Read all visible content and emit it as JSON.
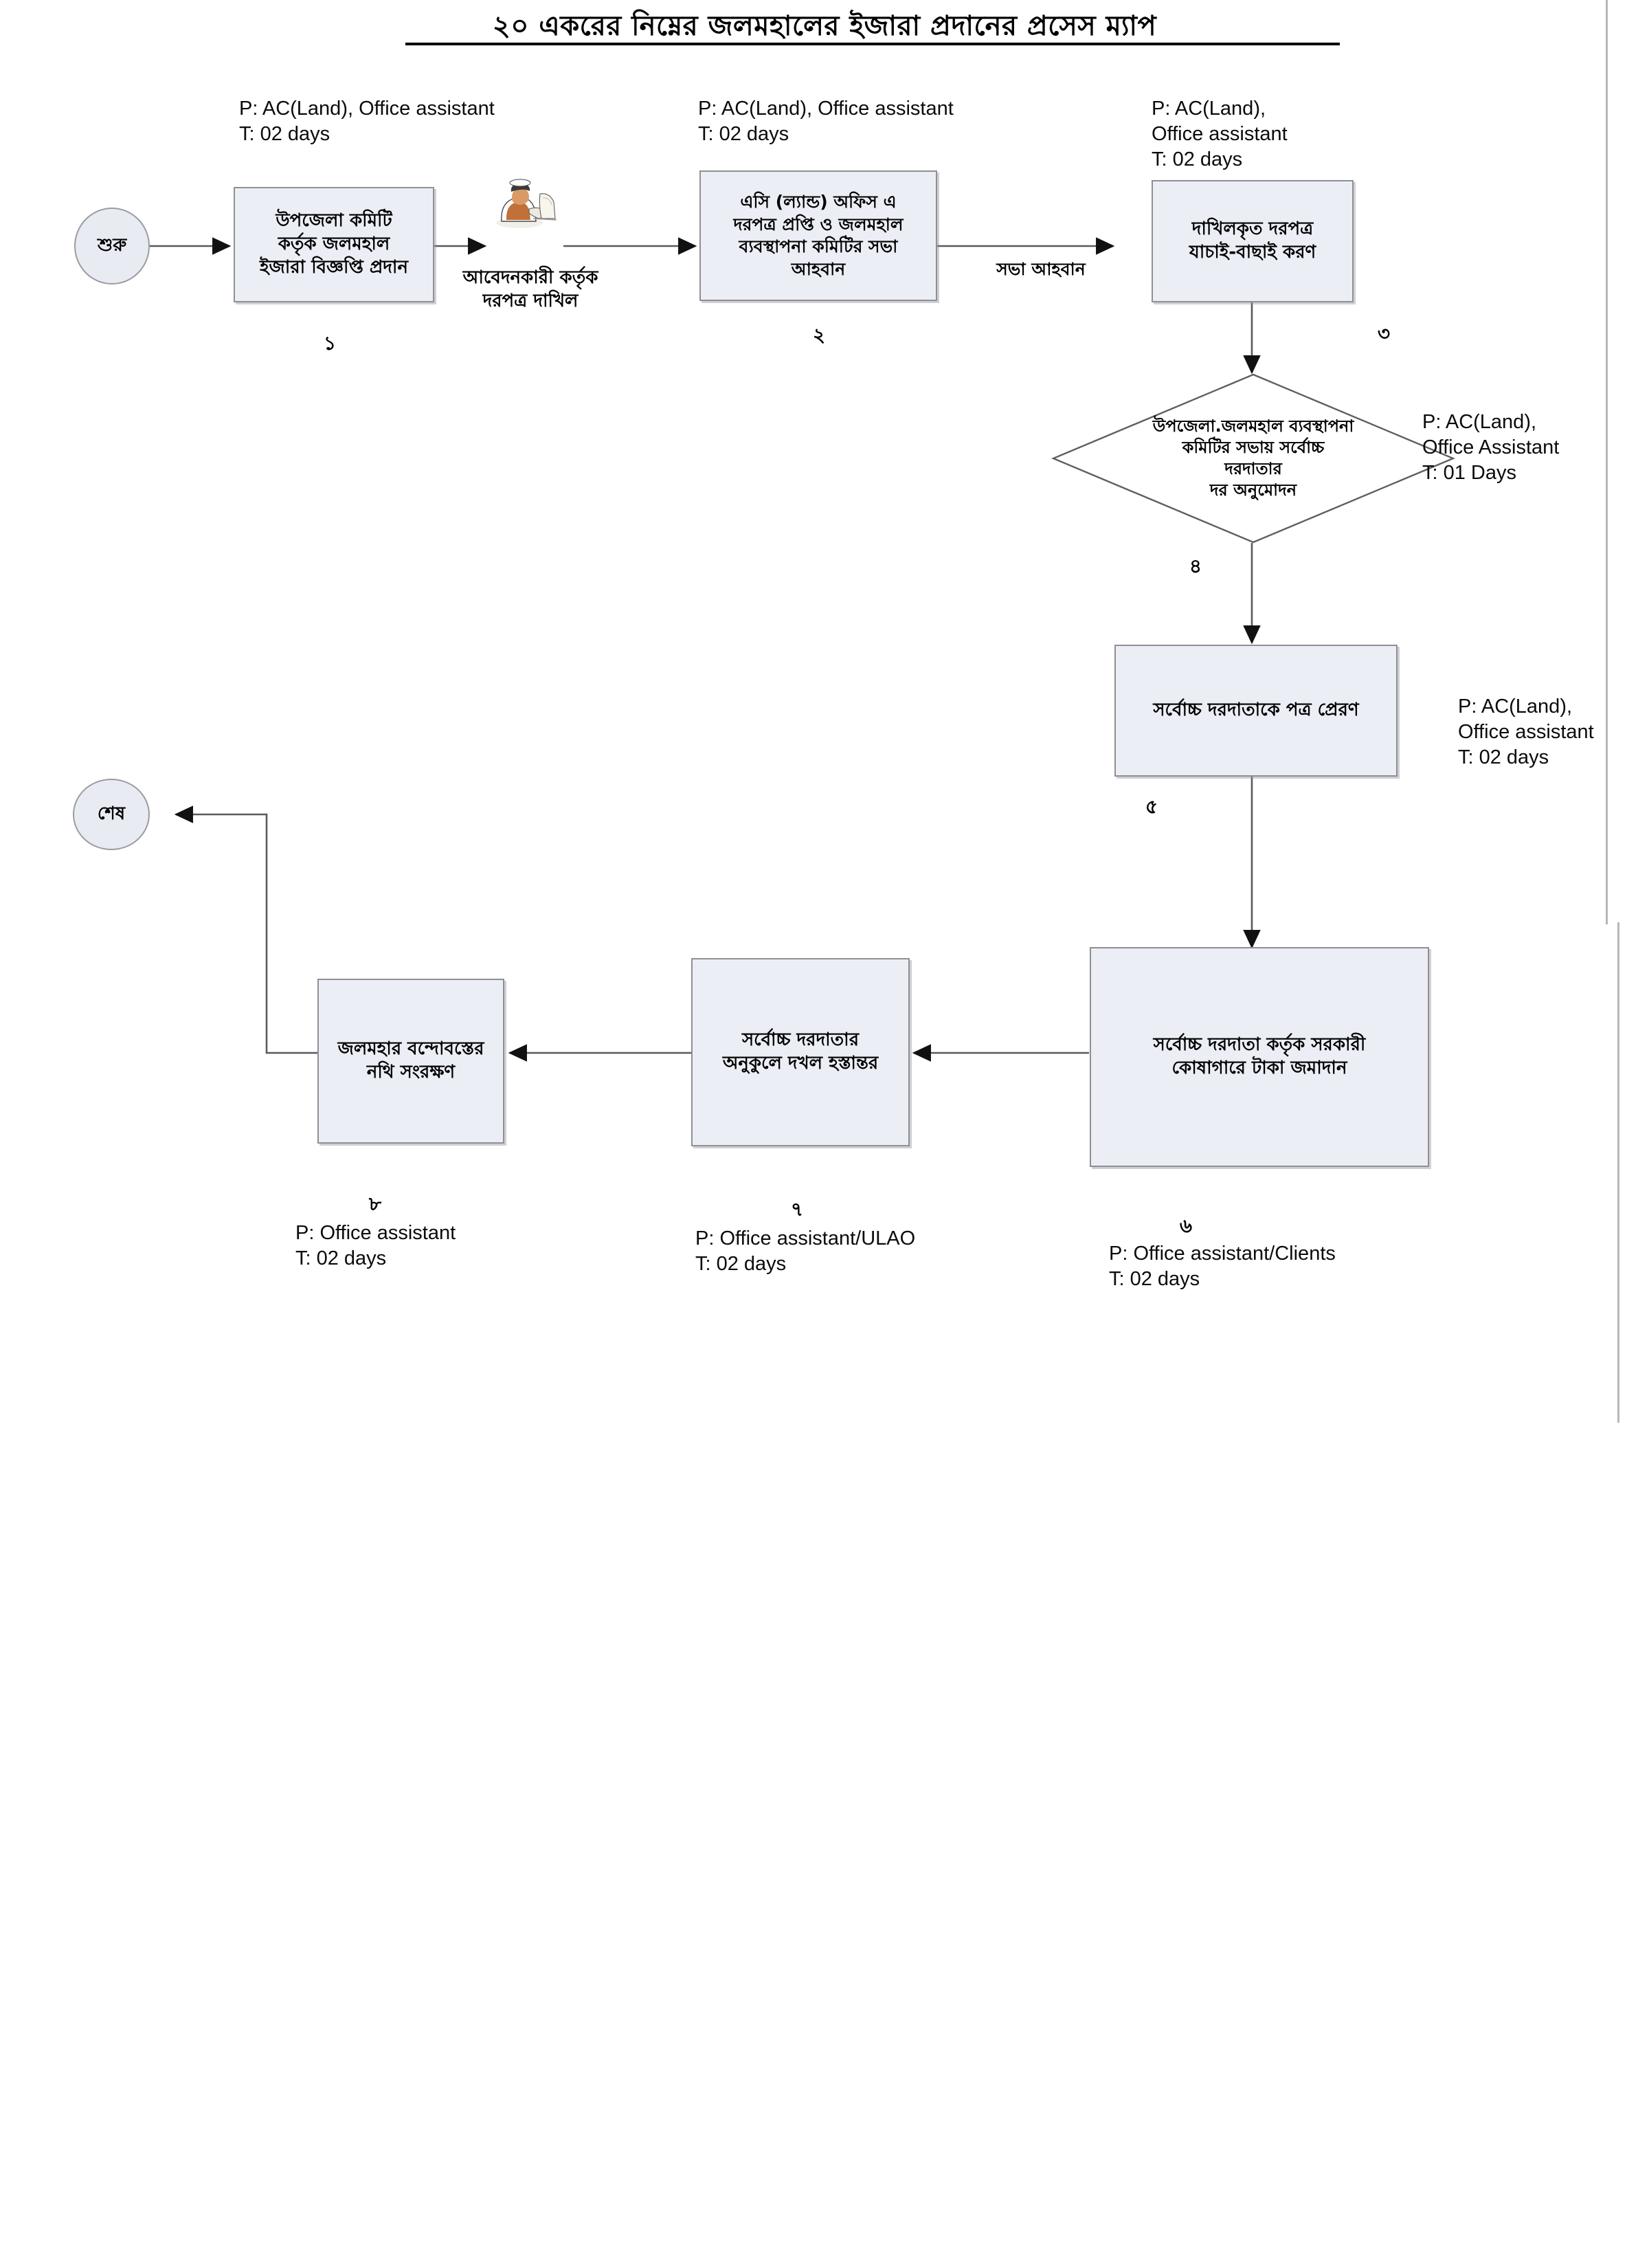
{
  "page": {
    "title": "২০ একরের নিম্নের জলমহালের ইজারা প্রদানের প্রসেস ম্যাপ"
  },
  "terminals": {
    "start": "শুরু",
    "end": "শেষ"
  },
  "nodes": [
    {
      "id": "n1",
      "number": "১",
      "text": "উপজেলা কমিটি\nকর্তৃক জলমহাল\nইজারা বিজ্ঞপ্তি প্রদান",
      "note": "P: AC(Land), Office assistant\nT: 02 days",
      "shape": "process"
    },
    {
      "id": "n2",
      "number": "২",
      "text": "এসি (ল্যান্ড) অফিস এ\nদরপত্র প্রপ্তি ও জলমহাল\nব্যবস্থাপনা কমিটির সভা\nআহবান",
      "note": "P: AC(Land), Office assistant\nT: 02 days",
      "shape": "process"
    },
    {
      "id": "n3",
      "number": "৩",
      "text": "দাখিলকৃত দরপত্র\nযাচাই-বাছাই করণ",
      "note": "P: AC(Land),\nOffice assistant\nT: 02 days",
      "shape": "process"
    },
    {
      "id": "n4",
      "number": "৪",
      "text": "উপজেলা.জলমহাল ব্যবস্থাপনা\nকমিটির সভায় সর্বোচ্চ\nদরদাতার\nদর অনুমোদন",
      "note": "P:  AC(Land),\n     Office Assistant\nT:  01 Days",
      "shape": "decision"
    },
    {
      "id": "n5",
      "number": "৫",
      "text": "সর্বোচ্চ দরদাতাকে পত্র প্রেরণ",
      "note": "P: AC(Land),\nOffice assistant\nT: 02 days",
      "shape": "process"
    },
    {
      "id": "n6",
      "number": "৬",
      "text": "সর্বোচ্চ দরদাতা কর্তৃক সরকারী\nকোষাগারে টাকা জমাদান",
      "note": "P: Office assistant/Clients\nT: 02 days",
      "shape": "process"
    },
    {
      "id": "n7",
      "number": "৭",
      "text": "সর্বোচ্চ দরদাতার\nঅনুকুলে দখল হস্তান্তর",
      "note": "P: Office assistant/ULAO\nT: 02 days",
      "shape": "process"
    },
    {
      "id": "n8",
      "number": "৮",
      "text": "জলমহার বন্দোবস্তের\nনথি সংরক্ষণ",
      "note": "P: Office assistant\nT: 02 days",
      "shape": "process"
    }
  ],
  "edge_labels": {
    "meeting_call": "সভা আহবান"
  },
  "captions": {
    "applicant_submission": "আবেদনকারী কর্তৃক\nদরপত্র দাখিল"
  },
  "icons": {
    "applicant": "seated-applicant-clipart"
  },
  "colors": {
    "node_fill": "#eceef6",
    "node_border": "#8f8f94",
    "connector": "#5a5a5f",
    "text": "#000000"
  }
}
